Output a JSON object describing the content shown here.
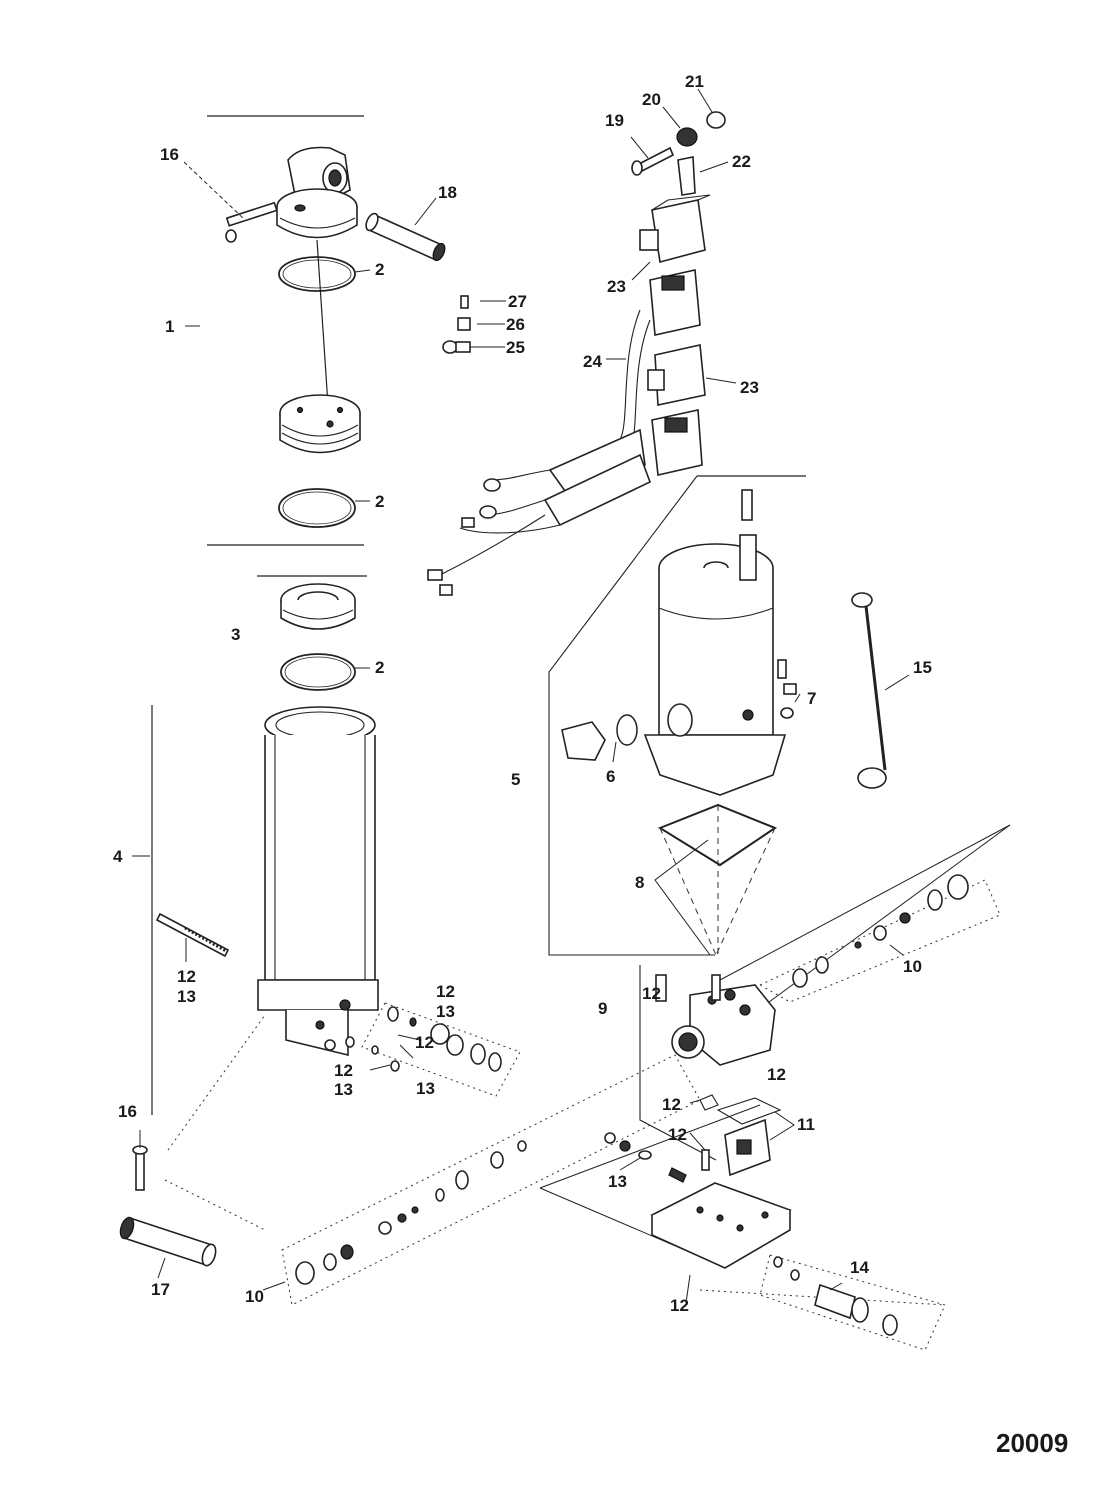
{
  "callouts": {
    "c1": "1",
    "c2a": "2",
    "c2b": "2",
    "c2c": "2",
    "c3": "3",
    "c4": "4",
    "c5": "5",
    "c6": "6",
    "c7": "7",
    "c8": "8",
    "c9": "9",
    "c10a": "10",
    "c10b": "10",
    "c11": "11",
    "c12a": "12",
    "c12b": "12",
    "c12c": "12",
    "c12d": "12",
    "c12e": "12",
    "c12f": "12",
    "c12g": "12",
    "c12h": "12",
    "c12i": "12",
    "c13a": "13",
    "c13b": "13",
    "c13c": "13",
    "c13d": "13",
    "c13e": "13",
    "c14": "14",
    "c15": "15",
    "c16a": "16",
    "c16b": "16",
    "c17": "17",
    "c18": "18",
    "c19": "19",
    "c20": "20",
    "c21": "21",
    "c22": "22",
    "c23a": "23",
    "c23b": "23",
    "c24": "24",
    "c25": "25",
    "c26": "26",
    "c27": "27"
  },
  "figure_number": "20009"
}
